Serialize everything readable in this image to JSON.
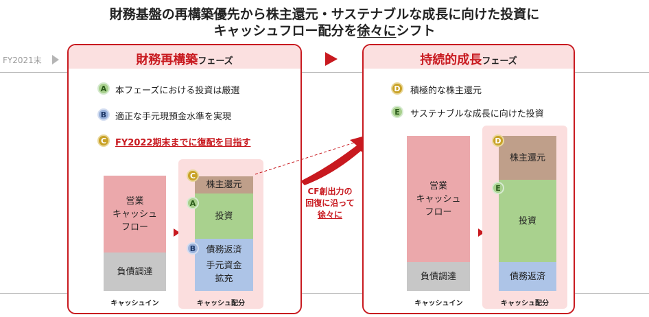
{
  "title": {
    "line1": "財務基盤の再構築優先から株主還元・サステナブルな成長に向けた投資に",
    "line2_pre": "キャッシュフロー配分を",
    "line2_em": "徐々に",
    "line2_post": "シフト"
  },
  "timeline": {
    "label": "FY2021末"
  },
  "left_phase": {
    "title_main": "財務再構築",
    "title_sub": "フェーズ",
    "items": [
      {
        "badge": "A",
        "text": "本フェーズにおける投資は厳選"
      },
      {
        "badge": "B",
        "text": "適正な手元現預金水準を実現"
      },
      {
        "badge": "C",
        "text": "FY2022期末までに復配を目指す"
      }
    ],
    "cash_in": {
      "operating": "営業\nキャッシュ\nフロー",
      "debt": "負債調達",
      "caption": "キャッシュイン"
    },
    "allocation": {
      "return": {
        "badge": "C",
        "label": "株主還元"
      },
      "invest": {
        "badge": "A",
        "label": "投資"
      },
      "repay": {
        "badge": "B",
        "label": "債務返済"
      },
      "cash": {
        "label": "手元資金\n拡充"
      },
      "caption": "キャッシュ配分"
    }
  },
  "transition_note": {
    "line1": "CF創出力の",
    "line2": "回復に沿って",
    "line3": "徐々に"
  },
  "right_phase": {
    "title_main": "持続的成長",
    "title_sub": "フェーズ",
    "items": [
      {
        "badge": "D",
        "text": "積極的な株主還元"
      },
      {
        "badge": "E",
        "text": "サステナブルな成長に向けた投資"
      }
    ],
    "cash_in": {
      "operating": "営業\nキャッシュ\nフロー",
      "debt": "負債調達",
      "caption": "キャッシュイン"
    },
    "allocation": {
      "return": {
        "badge": "D",
        "label": "株主還元"
      },
      "invest": {
        "badge": "E",
        "label": "投資"
      },
      "repay": {
        "label": "債務返済"
      },
      "caption": "キャッシュ配分"
    }
  },
  "colors": {
    "accent_red": "#c8191f",
    "phase_head_bg": "#fbe0e0",
    "operating_cf": "#eba8ab",
    "debt": "#c7c7c7",
    "shareholder_return": "#bf9f8a",
    "investment": "#a9d18e",
    "debt_repayment": "#adc4e7"
  }
}
